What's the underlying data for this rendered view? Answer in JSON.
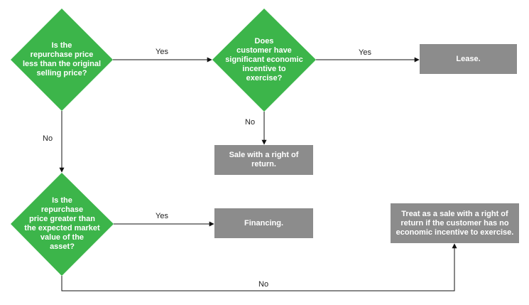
{
  "colors": {
    "decision": "#3cb54a",
    "outcome": "#8c8c8c",
    "line": "#111111"
  },
  "decisions": {
    "d1": "Is the\nrepurchase price\nless than the original\nselling price?",
    "d2": "Does\ncustomer have\nsignificant economic\nincentive to\nexercise?",
    "d3": "Is the\nrepurchase\nprice greater than\nthe expected market\nvalue of the\nasset?"
  },
  "outcomes": {
    "lease": "Lease.",
    "sale_right_return": "Sale with a right of\nreturn.",
    "financing": "Financing.",
    "treat_as_sale": "Treat as a sale with a right of\nreturn if the customer has no\neconomic incentive to exercise."
  },
  "labels": {
    "yes_d1_d2": "Yes",
    "yes_d2_lease": "Yes",
    "no_d2": "No",
    "no_d1": "No",
    "yes_d3": "Yes",
    "no_d3": "No"
  }
}
